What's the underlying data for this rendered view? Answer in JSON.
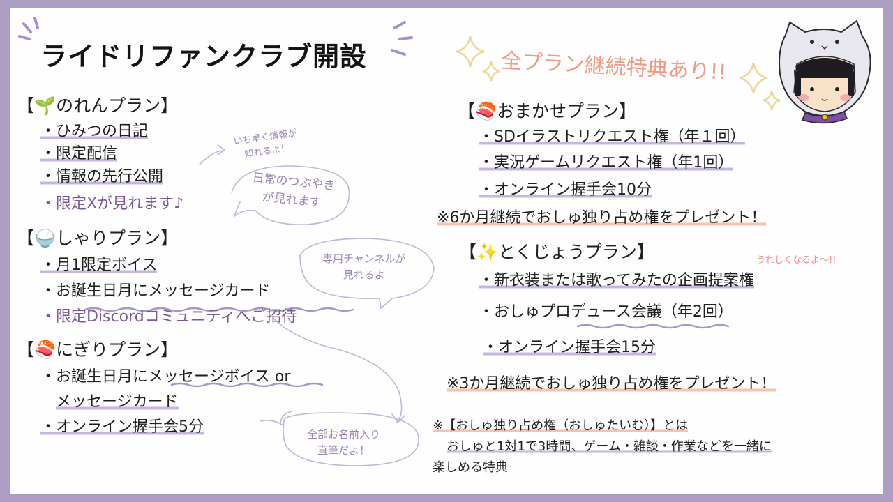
{
  "title": "ライドリファンクラブ開設",
  "special_label": "全プラン継続特典あり!!",
  "noren": {
    "heading": "【🌱のれんプラン】",
    "items": [
      "・ひみつの日記",
      "・限定配信",
      "・情報の先行公開",
      "・限定Xが見れます♪"
    ]
  },
  "shari": {
    "heading": "【🍚しゃりプラン】",
    "items": [
      "・月1限定ボイス",
      "・お誕生日月にメッセージカード",
      "・限定Discordコミュニティへご招待"
    ]
  },
  "nigiri": {
    "heading": "【🍣にぎりプラン】",
    "items": [
      "・お誕生日月にメッセージボイス or",
      "メッセージカード",
      "・オンライン握手会5分"
    ]
  },
  "omakase": {
    "heading": "【🍣おまかせプラン】",
    "items": [
      "・SDイラストリクエスト権（年１回）",
      "・実況ゲームリクエスト権（年1回）",
      "・オンライン握手会10分"
    ],
    "note": "※6か月継続でおしゅ独り占め権をプレゼント！"
  },
  "tokujo": {
    "heading": "【✨とくじょうプラン】",
    "items": [
      "・新衣装または歌ってみたの企画提案権",
      "・おしゅプロデュース会議（年2回）",
      "・オンライン握手会15分"
    ],
    "note": "※3か月継続でおしゅ独り占め権をプレゼント！"
  },
  "footnote": {
    "line1": "※【おしゅ独り占め権（おしゅたいむ）】とは",
    "line2": "おしゅと1対1で3時間、ゲーム・雑談・作業などを一緒に",
    "line3": "楽しめる特典"
  },
  "annotations": {
    "early_l1": "いち早く情報が",
    "early_l2": "知れるよ！",
    "daily_l1": "日常のつぶやき",
    "daily_l2": "が見れます",
    "channel_l1": "専用チャンネルが",
    "channel_l2": "見れるよ",
    "handwritten_l1": "全部お名前入り",
    "handwritten_l2": "直筆だよ！",
    "happy": "うれしくなるよ～!!"
  },
  "colors": {
    "background": "#ae9dc3",
    "underline_purple": "#c7b5df",
    "underline_orange": "#f6c3b0",
    "accent_text": "#ef9b85",
    "bubble_line": "#c4b3da"
  }
}
